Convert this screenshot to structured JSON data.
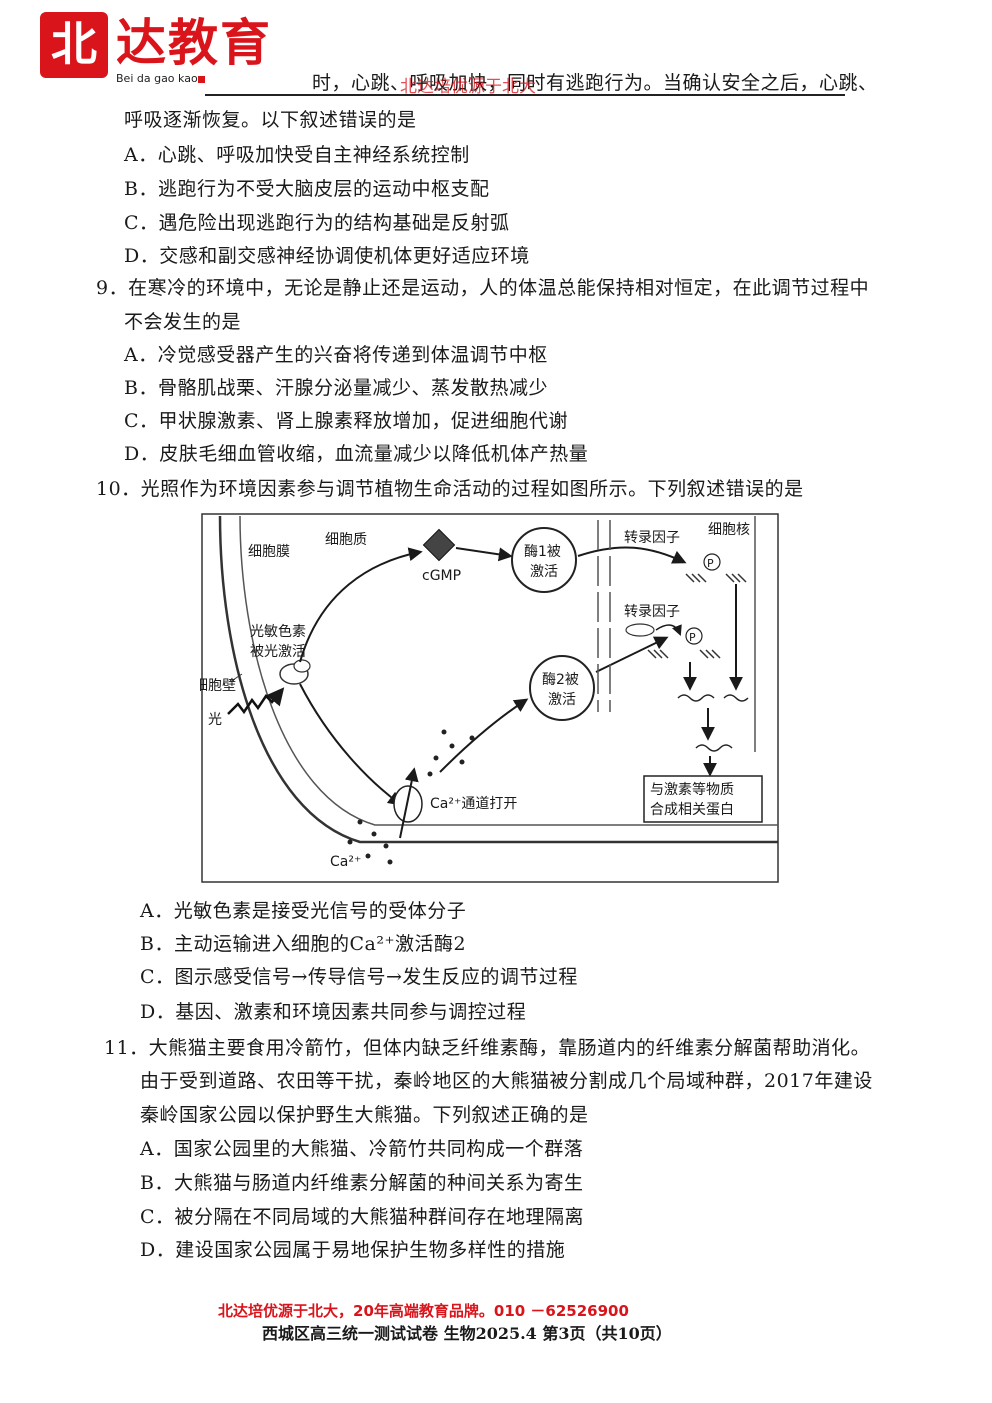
{
  "brand": {
    "logo_mark": "北",
    "name": "达教育",
    "pinyin": "Bei da gao kao",
    "accent_color": "#d9141b"
  },
  "header": {
    "watermark": "北达培优源于北大",
    "continued_text": "时，心跳、呼吸加快，同时有逃跑行为。当确认安全之后，心跳、"
  },
  "q8": {
    "continued": "呼吸逐渐恢复。以下叙述错误的是",
    "options": [
      "A．心跳、呼吸加快受自主神经系统控制",
      "B．逃跑行为不受大脑皮层的运动中枢支配",
      "C．遇危险出现逃跑行为的结构基础是反射弧",
      "D．交感和副交感神经协调使机体更好适应环境"
    ]
  },
  "q9": {
    "stem_line1": "9．在寒冷的环境中，无论是静止还是运动，人的体温总能保持相对恒定，在此调节过程中",
    "stem_line2": "不会发生的是",
    "options": [
      "A．冷觉感受器产生的兴奋将传递到体温调节中枢",
      "B．骨骼肌战栗、汗腺分泌量减少、蒸发散热减少",
      "C．甲状腺激素、肾上腺素释放增加，促进细胞代谢",
      "D．皮肤毛细血管收缩，血流量减少以降低机体产热量"
    ]
  },
  "q10": {
    "stem": "10．光照作为环境因素参与调节植物生命活动的过程如图所示。下列叙述错误的是",
    "figure": {
      "cell_membrane": "细胞膜",
      "cytoplasm": "细胞质",
      "nucleus": "细胞核",
      "cell_wall": "细胞壁",
      "light": "光",
      "phytochrome_line1": "光敏色素",
      "phytochrome_line2": "被光激活",
      "cgmp": "cGMP",
      "enzyme1_line1": "酶1被",
      "enzyme1_line2": "激活",
      "enzyme2_line1": "酶2被",
      "enzyme2_line2": "激活",
      "tf1": "转录因子",
      "tf2": "转录因子",
      "p_label": "P",
      "ca_channel": "Ca²⁺通道打开",
      "ca_ion": "Ca²⁺",
      "product_line1": "与激素等物质",
      "product_line2": "合成相关蛋白"
    },
    "options": [
      "A．光敏色素是接受光信号的受体分子",
      "B．主动运输进入细胞的Ca²⁺激活酶2",
      "C．图示感受信号→传导信号→发生反应的调节过程",
      "D．基因、激素和环境因素共同参与调控过程"
    ]
  },
  "q11": {
    "stem_line1": "11．大熊猫主要食用冷箭竹，但体内缺乏纤维素酶，靠肠道内的纤维素分解菌帮助消化。",
    "stem_line2": "由于受到道路、农田等干扰，秦岭地区的大熊猫被分割成几个局域种群，2017年建设",
    "stem_line3": "秦岭国家公园以保护野生大熊猫。下列叙述正确的是",
    "options": [
      "A．国家公园里的大熊猫、冷箭竹共同构成一个群落",
      "B．大熊猫与肠道内纤维素分解菌的种间关系为寄生",
      "C．被分隔在不同局域的大熊猫种群间存在地理隔离",
      "D．建设国家公园属于易地保护生物多样性的措施"
    ]
  },
  "footer": {
    "ad": "北达培优源于北大，20年高端教育品牌。010 －62526900",
    "info": "西城区高三统一测试试卷    生物2025.4    第3页（共10页）"
  }
}
